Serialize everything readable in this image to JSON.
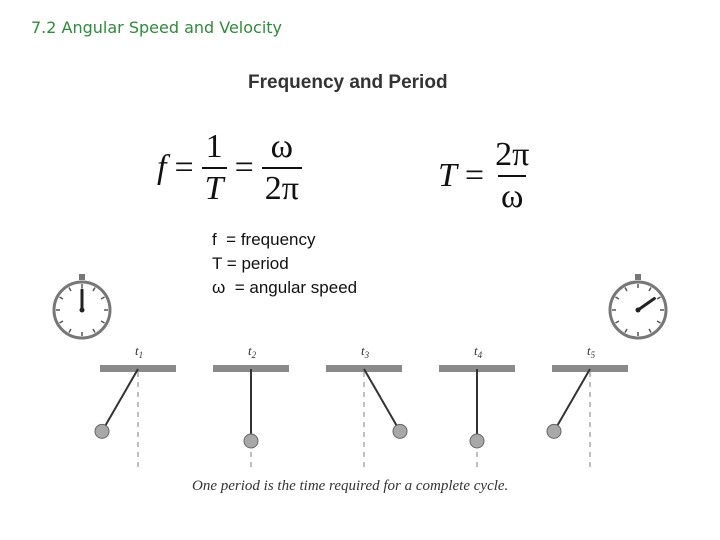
{
  "slide": {
    "title": "7.2 Angular Speed and Velocity",
    "heading": "Frequency and Period"
  },
  "formulas": {
    "frequency": {
      "lhs": "f",
      "eq1": "=",
      "frac1_num": "1",
      "frac1_den": "T",
      "eq2": "=",
      "frac2_num": "ω",
      "frac2_den": "2π"
    },
    "period": {
      "lhs": "T",
      "eq": "=",
      "frac_num": "2π",
      "frac_den": "ω"
    }
  },
  "legend": {
    "items": [
      "f  = frequency",
      "T = period",
      "ω  = angular speed"
    ]
  },
  "diagram": {
    "time_labels": [
      "t1",
      "t2",
      "t3",
      "t4",
      "t5"
    ],
    "pendulum_angles_deg": [
      30,
      0,
      -30,
      0,
      30
    ],
    "stopwatch_start_hand_deg": 0,
    "stopwatch_end_hand_deg": 55,
    "colors": {
      "bar": "#8a8a8a",
      "line": "#333333",
      "dashed": "#aaaaaa",
      "bob": "#a8a8a8"
    }
  },
  "caption": "One period is the time required for a complete cycle."
}
